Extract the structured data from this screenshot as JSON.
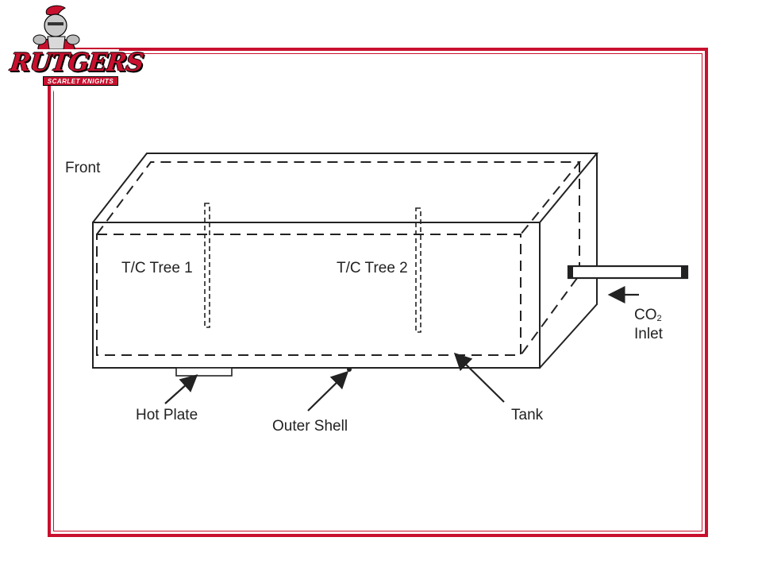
{
  "logo": {
    "wordmark": "RUTGERS",
    "tagline": "SCARLET KNIGHTS",
    "icon": "knight-mascot-icon"
  },
  "colors": {
    "frame": "#c8102e",
    "line": "#222222",
    "background": "#ffffff"
  },
  "diagram": {
    "front_label": "Front",
    "tree1_label": "T/C Tree 1",
    "tree2_label": "T/C Tree 2",
    "co2_main": "CO",
    "co2_sub": "2",
    "inlet_label": "Inlet",
    "hot_plate_label": "Hot Plate",
    "outer_shell_label": "Outer Shell",
    "tank_label": "Tank"
  }
}
